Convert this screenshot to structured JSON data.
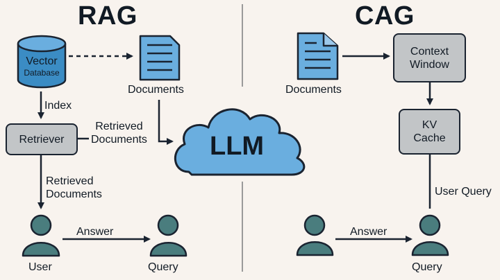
{
  "rag": {
    "title": "RAG",
    "vector_db": {
      "line1": "Vector",
      "line2": "Database"
    },
    "documents_label": "Documents",
    "index_label": "Index",
    "retriever_label": "Retriever",
    "retrieved_docs_right": {
      "line1": "Retrieved",
      "line2": "Documents"
    },
    "retrieved_docs_down": {
      "line1": "Retrieved",
      "line2": "Documents"
    },
    "answer_label": "Answer",
    "user_label": "User",
    "query_label": "Query"
  },
  "llm": {
    "label": "LLM"
  },
  "cag": {
    "title": "CAG",
    "documents_label": "Documents",
    "context_window": {
      "line1": "Context",
      "line2": "Window"
    },
    "kv_cache": {
      "line1": "KV",
      "line2": "Cache"
    },
    "user_query_label": "User Query",
    "answer_label": "Answer",
    "query_label": "Query"
  },
  "colors": {
    "background": "#f8f3ee",
    "accent_blue": "#6aaedf",
    "db_blue": "#3b8cc4",
    "box_gray": "#c2c5c7",
    "person_teal": "#4a7d7e",
    "stroke": "#1a2330"
  }
}
